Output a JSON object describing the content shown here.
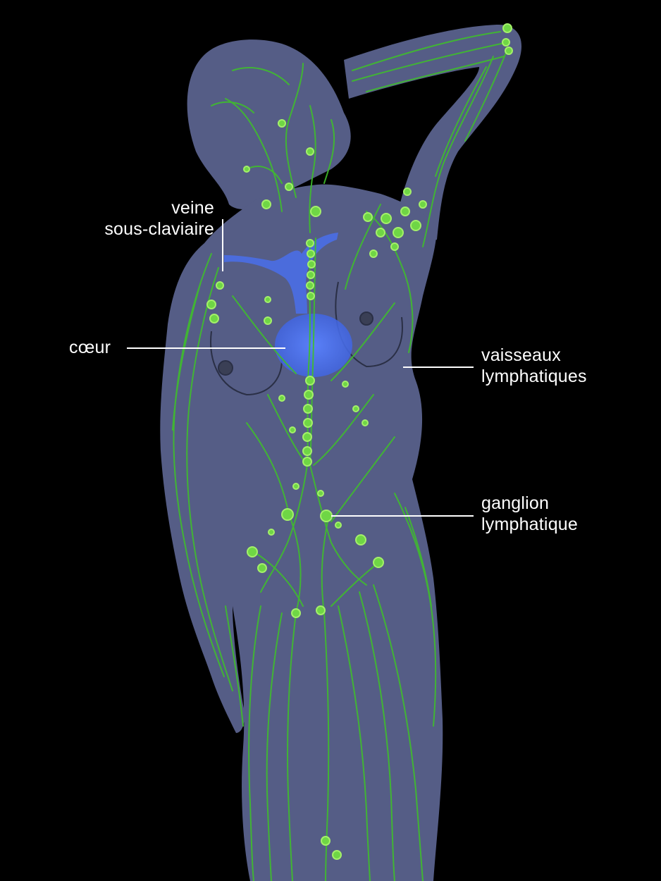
{
  "diagram": {
    "colors": {
      "background": "#000000",
      "body": "#555d86",
      "lymph": "#3fbe2c",
      "node": "#8ee855",
      "heart": "#4a6ee6",
      "label_text": "#ffffff"
    },
    "labels": {
      "subclavian_vein": {
        "line1": "veine",
        "line2": "sous-claviaire"
      },
      "heart": {
        "text": "cœur"
      },
      "lymphatic_vessels": {
        "line1": "vaisseaux",
        "line2": "lymphatiques"
      },
      "lymph_node": {
        "line1": "ganglion",
        "line2": "lymphatique"
      }
    }
  }
}
